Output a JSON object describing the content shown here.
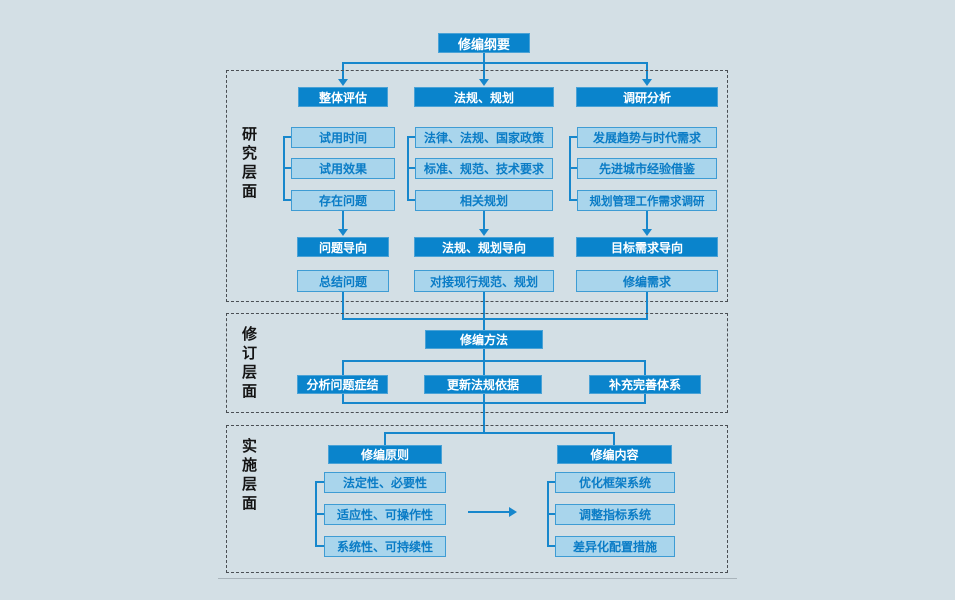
{
  "root": {
    "title": "修编纲要"
  },
  "sections": {
    "research": {
      "label": "研究层面",
      "columns": [
        {
          "header": "整体评估",
          "items": [
            "试用时间",
            "试用效果",
            "存在问题"
          ],
          "orientation": "问题导向",
          "output": "总结问题"
        },
        {
          "header": "法规、规划",
          "items": [
            "法律、法规、国家政策",
            "标准、规范、技术要求",
            "相关规划"
          ],
          "orientation": "法规、规划导向",
          "output": "对接现行规范、规划"
        },
        {
          "header": "调研分析",
          "items": [
            "发展趋势与时代需求",
            "先进城市经验借鉴",
            "规划管理工作需求调研"
          ],
          "orientation": "目标需求导向",
          "output": "修编需求"
        }
      ]
    },
    "revision": {
      "label": "修订层面",
      "method": "修编方法",
      "items": [
        "分析问题症结",
        "更新法规依据",
        "补充完善体系"
      ]
    },
    "implementation": {
      "label": "实施层面",
      "groups": [
        {
          "header": "修编原则",
          "items": [
            "法定性、必要性",
            "适应性、可操作性",
            "系统性、可持续性"
          ]
        },
        {
          "header": "修编内容",
          "items": [
            "优化框架系统",
            "调整指标系统",
            "差异化配置措施"
          ]
        }
      ]
    }
  },
  "colors": {
    "solid_box": "#0a84cc",
    "light_box_fill": "#a9d5ec",
    "light_box_border": "#3e9cd4",
    "blue_text": "#0a7cc6",
    "connector": "#1787cc",
    "dashed_border": "#4a4f54",
    "background": "#d3dfe5"
  }
}
